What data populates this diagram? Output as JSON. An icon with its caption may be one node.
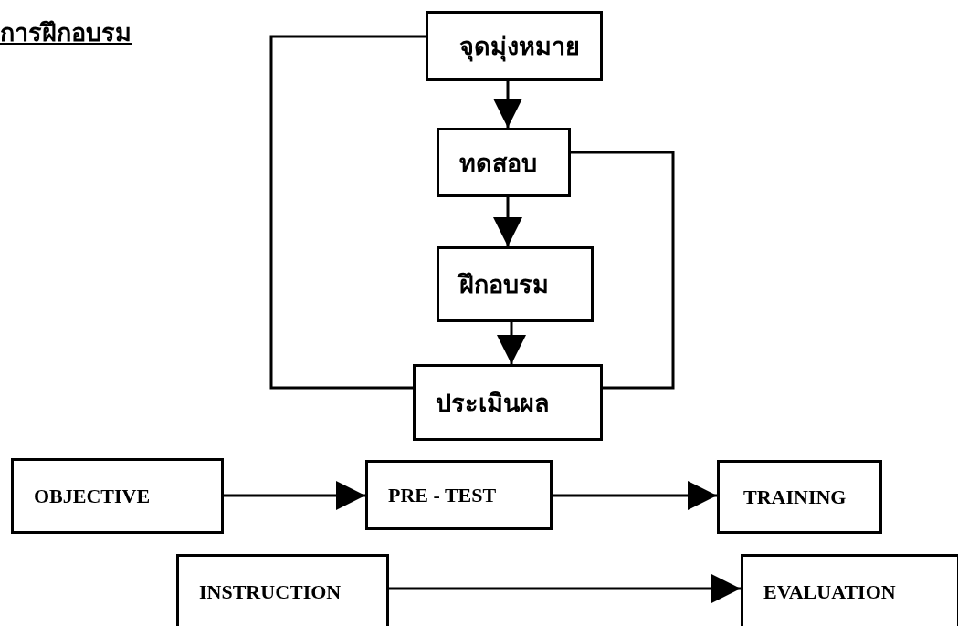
{
  "diagram": {
    "title": "การฝึกอบรม",
    "nodes": [
      {
        "text": [
          "จุดมุ่งหมาย"
        ]
      },
      {
        "text": [
          "ทดสอบ"
        ]
      },
      {
        "text": [
          "ฝึกอบรม"
        ]
      },
      {
        "text": [
          "ประเมินผล"
        ]
      },
      {
        "text": [
          "OBJECTIVE"
        ]
      },
      {
        "text": [
          "PRE - TEST"
        ]
      },
      {
        "text": [
          "TRAINING"
        ]
      },
      {
        "text": [
          "INSTRUCTION"
        ]
      },
      {
        "text": [
          "EVALUATION"
        ]
      }
    ],
    "edges": [
      {
        "from": 0,
        "to": 1,
        "arrow": "to"
      },
      {
        "from": 1,
        "to": 2,
        "arrow": "to"
      },
      {
        "from": 2,
        "to": 3,
        "arrow": "to"
      },
      {
        "from": 3,
        "to": 0,
        "arrow": "none"
      },
      {
        "from": 3,
        "to": 1,
        "arrow": "none"
      },
      {
        "from": 4,
        "to": 5,
        "arrow": "to"
      },
      {
        "from": 5,
        "to": 6,
        "arrow": "to"
      },
      {
        "from": 7,
        "to": 8,
        "arrow": "to"
      }
    ]
  }
}
